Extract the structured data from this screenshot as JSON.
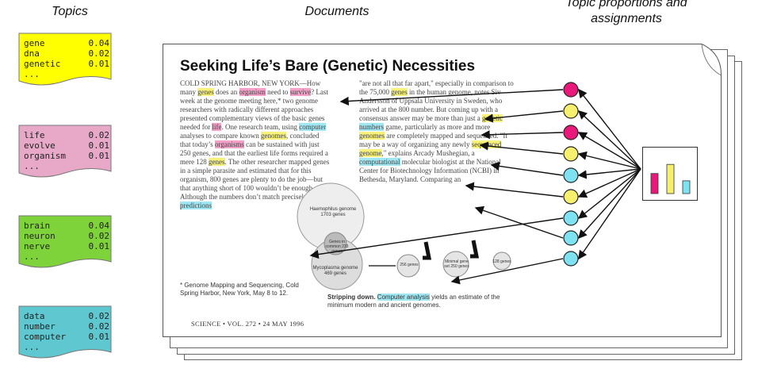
{
  "headers": {
    "topics": "Topics",
    "documents": "Documents",
    "proportions_line1": "Topic proportions and",
    "proportions_line2": "assignments"
  },
  "topics": [
    {
      "color": "#ffff00",
      "rows": [
        {
          "word": "gene",
          "p": "0.04"
        },
        {
          "word": "dna",
          "p": "0.02"
        },
        {
          "word": "genetic",
          "p": "0.01"
        }
      ],
      "more": "..."
    },
    {
      "color": "#e8a9c9",
      "rows": [
        {
          "word": "life",
          "p": "0.02"
        },
        {
          "word": "evolve",
          "p": "0.01"
        },
        {
          "word": "organism",
          "p": "0.01"
        }
      ],
      "more": "..."
    },
    {
      "color": "#7ed23a",
      "rows": [
        {
          "word": "brain",
          "p": "0.04"
        },
        {
          "word": "neuron",
          "p": "0.02"
        },
        {
          "word": "nerve",
          "p": "0.01"
        }
      ],
      "more": "..."
    },
    {
      "color": "#5fc7cf",
      "rows": [
        {
          "word": "data",
          "p": "0.02"
        },
        {
          "word": "number",
          "p": "0.02"
        },
        {
          "word": "computer",
          "p": "0.01"
        }
      ],
      "more": "..."
    }
  ],
  "document": {
    "title": "Seeking Life’s Bare (Genetic) Necessities",
    "footer": "SCIENCE • VOL. 272 • 24 MAY 1996",
    "footnote": "* Genome Mapping and Sequencing, Cold Spring Harbor, New York, May 8 to 12.",
    "caption_bold": "Stripping down.",
    "caption_hl": "Computer analysis",
    "caption_rest": " yields an estimate of the minimum modern and ancient genomes.",
    "col1": [
      {
        "t": "COLD SPRING HARBOR, NEW YORK—"
      },
      {
        "t": "How many "
      },
      {
        "t": "genes",
        "c": "yellow"
      },
      {
        "t": " does an "
      },
      {
        "t": "organism",
        "c": "pink"
      },
      {
        "t": " need to "
      },
      {
        "t": "survive",
        "c": "pink"
      },
      {
        "t": "? Last week at the genome meeting here,* two genome researchers with radically different approaches presented complementary views of the basic genes needed for "
      },
      {
        "t": "life",
        "c": "pink"
      },
      {
        "t": ". One research team, using "
      },
      {
        "t": "computer",
        "c": "blue"
      },
      {
        "t": " analyses to compare known "
      },
      {
        "t": "genomes",
        "c": "yellow"
      },
      {
        "t": ", concluded that today’s "
      },
      {
        "t": "organisms",
        "c": "pink"
      },
      {
        "t": " can be sustained with just 250 genes, and that the earliest life forms required a mere 128 "
      },
      {
        "t": "genes",
        "c": "yellow"
      },
      {
        "t": ". The other researcher mapped genes in a simple parasite and estimated that for this organism, 800 genes are plenty to do the job—but that anything short of 100 wouldn’t be enough. Although the numbers don’t match precisely, those "
      },
      {
        "t": "predictions",
        "c": "blue"
      }
    ],
    "col2": [
      {
        "t": "\"are not all that far apart,\" especially in comparison to the 75,000 "
      },
      {
        "t": "genes",
        "c": "yellow"
      },
      {
        "t": " in the human genome, notes Siv Andersson of Uppsala University in Sweden, who arrived at the 800 number. But coming up with a consensus answer may be more than just a "
      },
      {
        "t": "genetic",
        "c": "yellow"
      },
      {
        "t": " "
      },
      {
        "t": "numbers",
        "c": "blue"
      },
      {
        "t": " game, particularly as more and more "
      },
      {
        "t": "genomes",
        "c": "yellow"
      },
      {
        "t": " are completely mapped and sequenced. \"It may be a way of organizing any newly "
      },
      {
        "t": "sequenced genome",
        "c": "yellow"
      },
      {
        "t": ",\" explains Arcady Mushegian, a "
      },
      {
        "t": "computational",
        "c": "blue"
      },
      {
        "t": " molecular biologist at the National Center for Biotechnology Information (NCBI) in Bethesda, Maryland. Comparing an"
      }
    ],
    "figure": {
      "big_circle_1": "Haemophilus genome 1703 genes",
      "big_circle_2": "Mycoplasma genome 469 genes",
      "overlap": "Genes in common 233 genes",
      "g1": "256 genes",
      "g2": "Minimal gene set 250 genes",
      "g3": "128 genes"
    }
  },
  "circle_colors": [
    "#e8197a",
    "#f7ef6e",
    "#e8197a",
    "#f7ef6e",
    "#7fe2f0",
    "#f7ef6e",
    "#7fe2f0",
    "#7fe2f0",
    "#7fe2f0"
  ],
  "histogram": {
    "values": [
      0.55,
      0.8,
      0.35
    ],
    "colors": [
      "#e8197a",
      "#f7ef6e",
      "#7fe2f0"
    ]
  }
}
